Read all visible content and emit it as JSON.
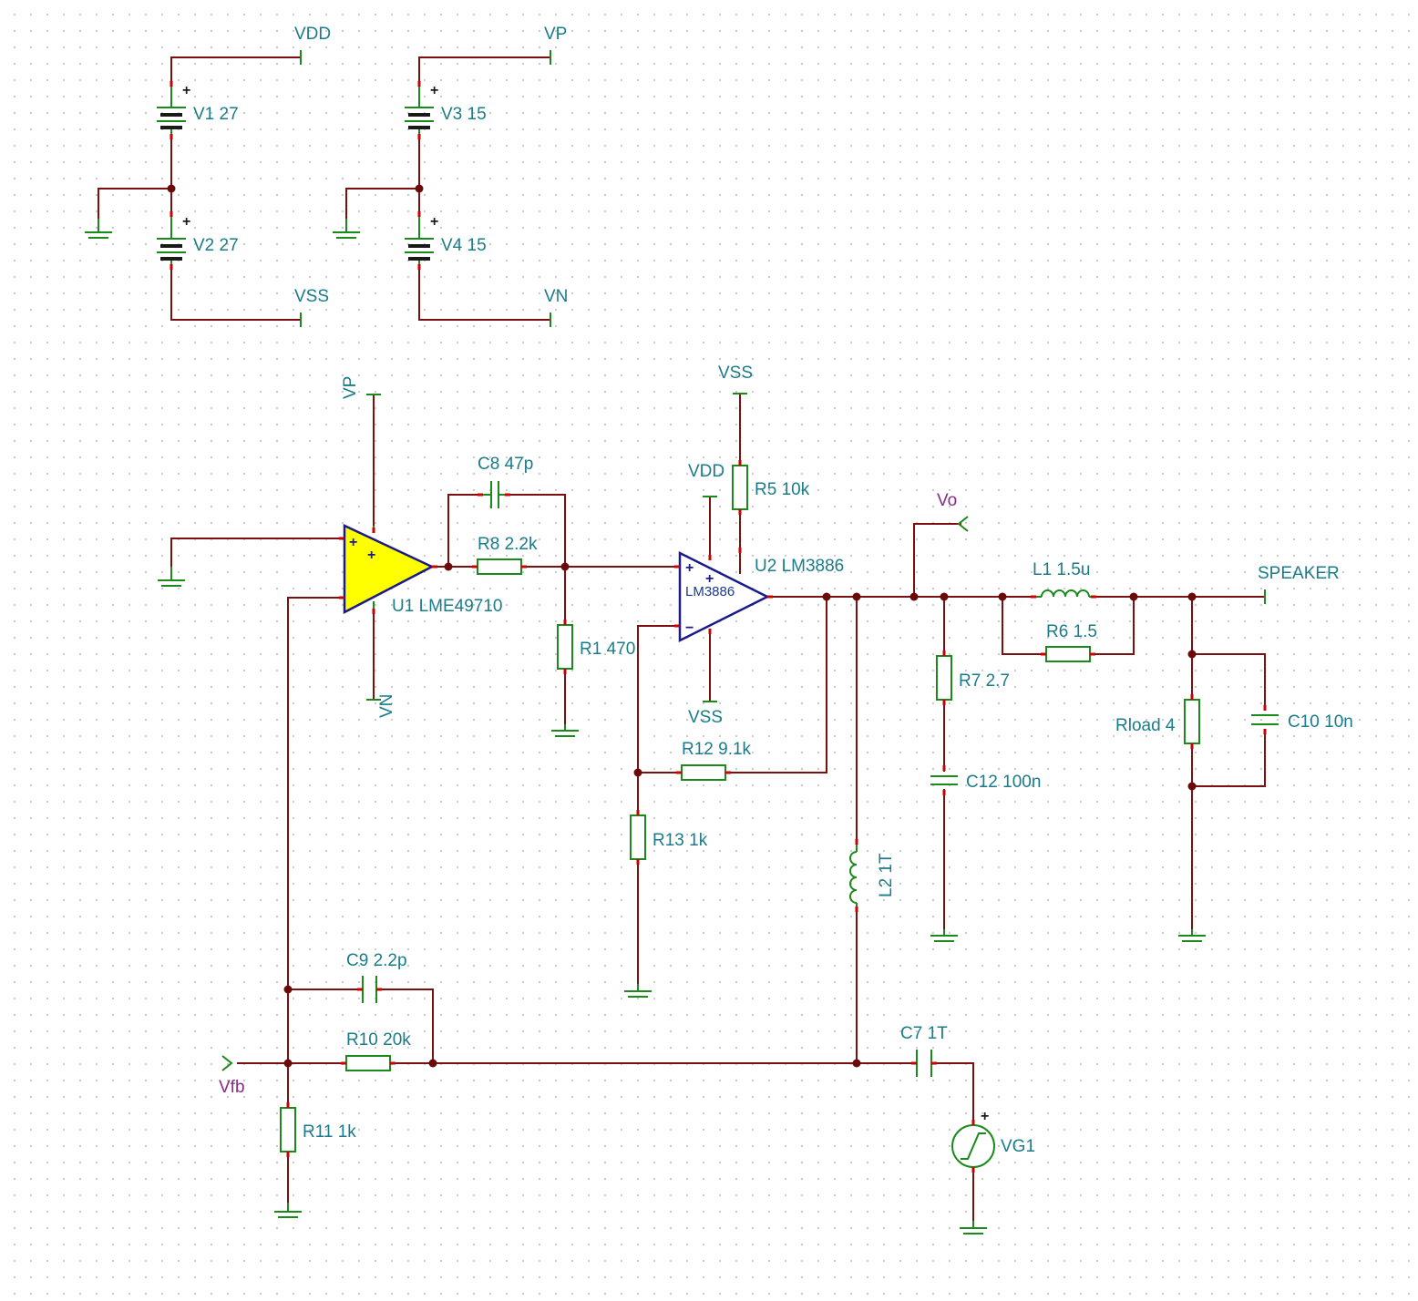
{
  "supplies": {
    "vdd": "VDD",
    "vss": "VSS",
    "vp": "VP",
    "vn": "VN",
    "v1": "V1 27",
    "v2": "V2 27",
    "v3": "V3 15",
    "v4": "V4 15"
  },
  "components": {
    "c8": "C8 47p",
    "r8": "R8 2.2k",
    "r1": "R1 470",
    "u1": "U1 LME49710",
    "u2": "U2 LM3886",
    "u2_inner": "LM3886",
    "r5": "R5 10k",
    "r12": "R12 9.1k",
    "r13": "R13 1k",
    "l2": "L2 1T",
    "r7": "R7 2.7",
    "c12": "C12 100n",
    "l1": "L1 1.5u",
    "r6": "R6 1.5",
    "rload": "Rload 4",
    "c10": "C10 10n",
    "c9": "C9 2.2p",
    "r10": "R10 20k",
    "r11": "R11 1k",
    "c7": "C7 1T",
    "vg1": "VG1"
  },
  "nets": {
    "vo": "Vo",
    "vfb": "Vfb",
    "speaker": "SPEAKER",
    "u1_vp": "VP",
    "u1_vn": "VN",
    "u2_vdd": "VDD",
    "u2_vss_top": "VSS",
    "u2_vss_bottom": "VSS"
  },
  "symbols": {
    "plus": "+",
    "minus": "−"
  },
  "colors": {
    "wire": "#7a1010",
    "component": "#1a8a1a",
    "label": "#1a7c8a",
    "net_label": "#8a2a8a",
    "opamp_u1_fill": "#ffff00",
    "opamp_outline": "#1a1a8a",
    "pin": "#cc0000"
  }
}
